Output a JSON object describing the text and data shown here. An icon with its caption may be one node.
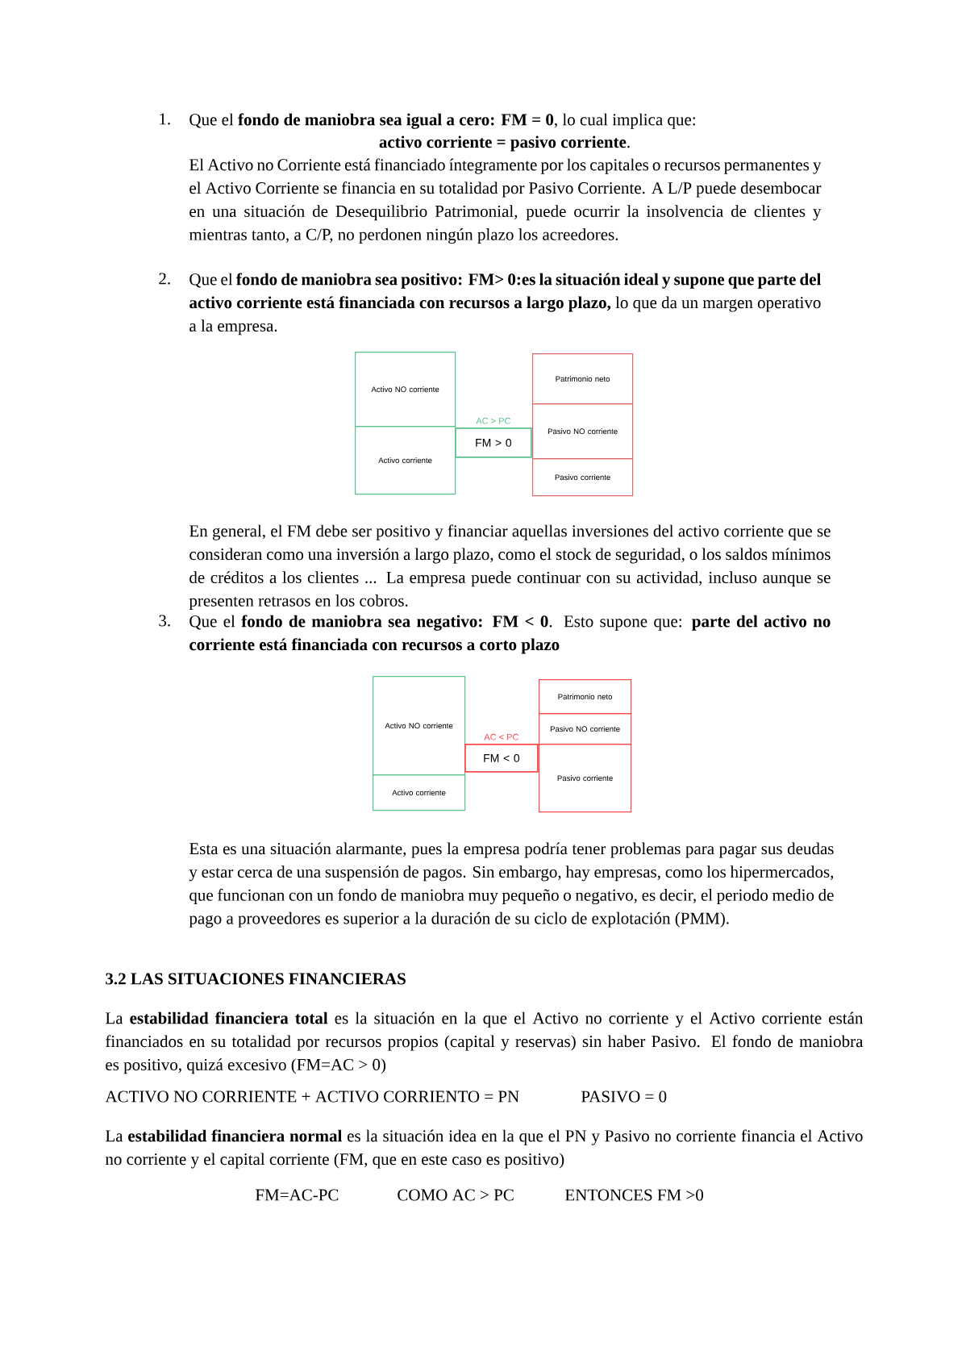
{
  "diagram": {
    "nodes": [
      {
        "text": [
          "Activo NO corriente"
        ]
      },
      {
        "text": [
          "Activo corriente"
        ]
      },
      {
        "text": [
          "FM > 0"
        ],
        "beside": [
          "AC > PC"
        ]
      },
      {
        "text": [
          "Patrimonio neto"
        ]
      },
      {
        "text": [
          "Pasivo NO corriente"
        ]
      },
      {
        "text": [
          "Pasivo corriente"
        ]
      },
      {
        "text": [
          "Activo NO corriente"
        ]
      },
      {
        "text": [
          "Activo corriente"
        ]
      },
      {
        "text": [
          "FM < 0"
        ],
        "beside": [
          "AC < PC"
        ]
      },
      {
        "text": [
          "Patrimonio neto"
        ]
      },
      {
        "text": [
          "Pasivo NO corriente"
        ]
      },
      {
        "text": [
          "Pasivo corriente"
        ]
      }
    ],
    "edges": [],
    "labels": [
      "1.",
      "Que el **fondo de maniobra sea igual a cero: FM = 0**, lo cual implica que:",
      "**activo corriente = pasivo corriente**.",
      "El Activo no Corriente está financiado íntegramente por los capitales o recursos permanentes y el Activo Corriente se financia en su totalidad por Pasivo Corriente. A L/P puede desembocar en una situación de Desequilibrio Patrimonial, puede ocurrir la insolvencia de clientes y mientras tanto, a C/P, no perdonen ningún plazo los acreedores.",
      "2.",
      "Que el **fondo de maniobra sea positivo: FM> 0:es la situación ideal y supone que parte del activo corriente está financiada con recursos a largo plazo,** lo que da un margen operativo a la empresa.",
      "En general, el FM debe ser positivo y financiar aquellas inversiones del activo corriente que se consideran como una inversión a largo plazo, como el stock de seguridad, o los saldos mínimos de créditos a los clientes ... La empresa puede continuar con su actividad, incluso aunque se presenten retrasos en los cobros.",
      "3.",
      "Que el **fondo de maniobra sea negativo: FM < 0**. Esto supone que: **parte del activo no corriente está financiada con recursos a corto plazo**",
      "Esta es una situación alarmante, pues la empresa podría tener problemas para pagar sus deudas y estar cerca de una suspensión de pagos. Sin embargo, hay empresas, como los hipermercados, que funcionan con un fondo de maniobra muy pequeño o negativo, es decir, el periodo medio de pago a proveedores es superior a la duración de su ciclo de explotación (PMM).",
      "3.2 LAS SITUACIONES FINANCIERAS",
      "La **estabilidad financiera total** es la situación en la que el Activo no corriente y el Activo corriente están financiados en su totalidad por recursos propios (capital y reservas) sin haber Pasivo. El fondo de maniobra es positivo, quizá excesivo (FM=AC > 0)",
      "ACTIVO NO CORRIENTE + ACTIVO CORRIENTO = PN",
      "PASIVO = 0",
      "La **estabilidad financiera normal** es la situación idea en la que el PN y Pasivo no corriente financia el Activo no corriente y el capital corriente (FM, que en este caso es positivo)",
      "FM=AC-PC",
      "COMO AC > PC",
      "ENTONCES FM >0"
    ]
  }
}
